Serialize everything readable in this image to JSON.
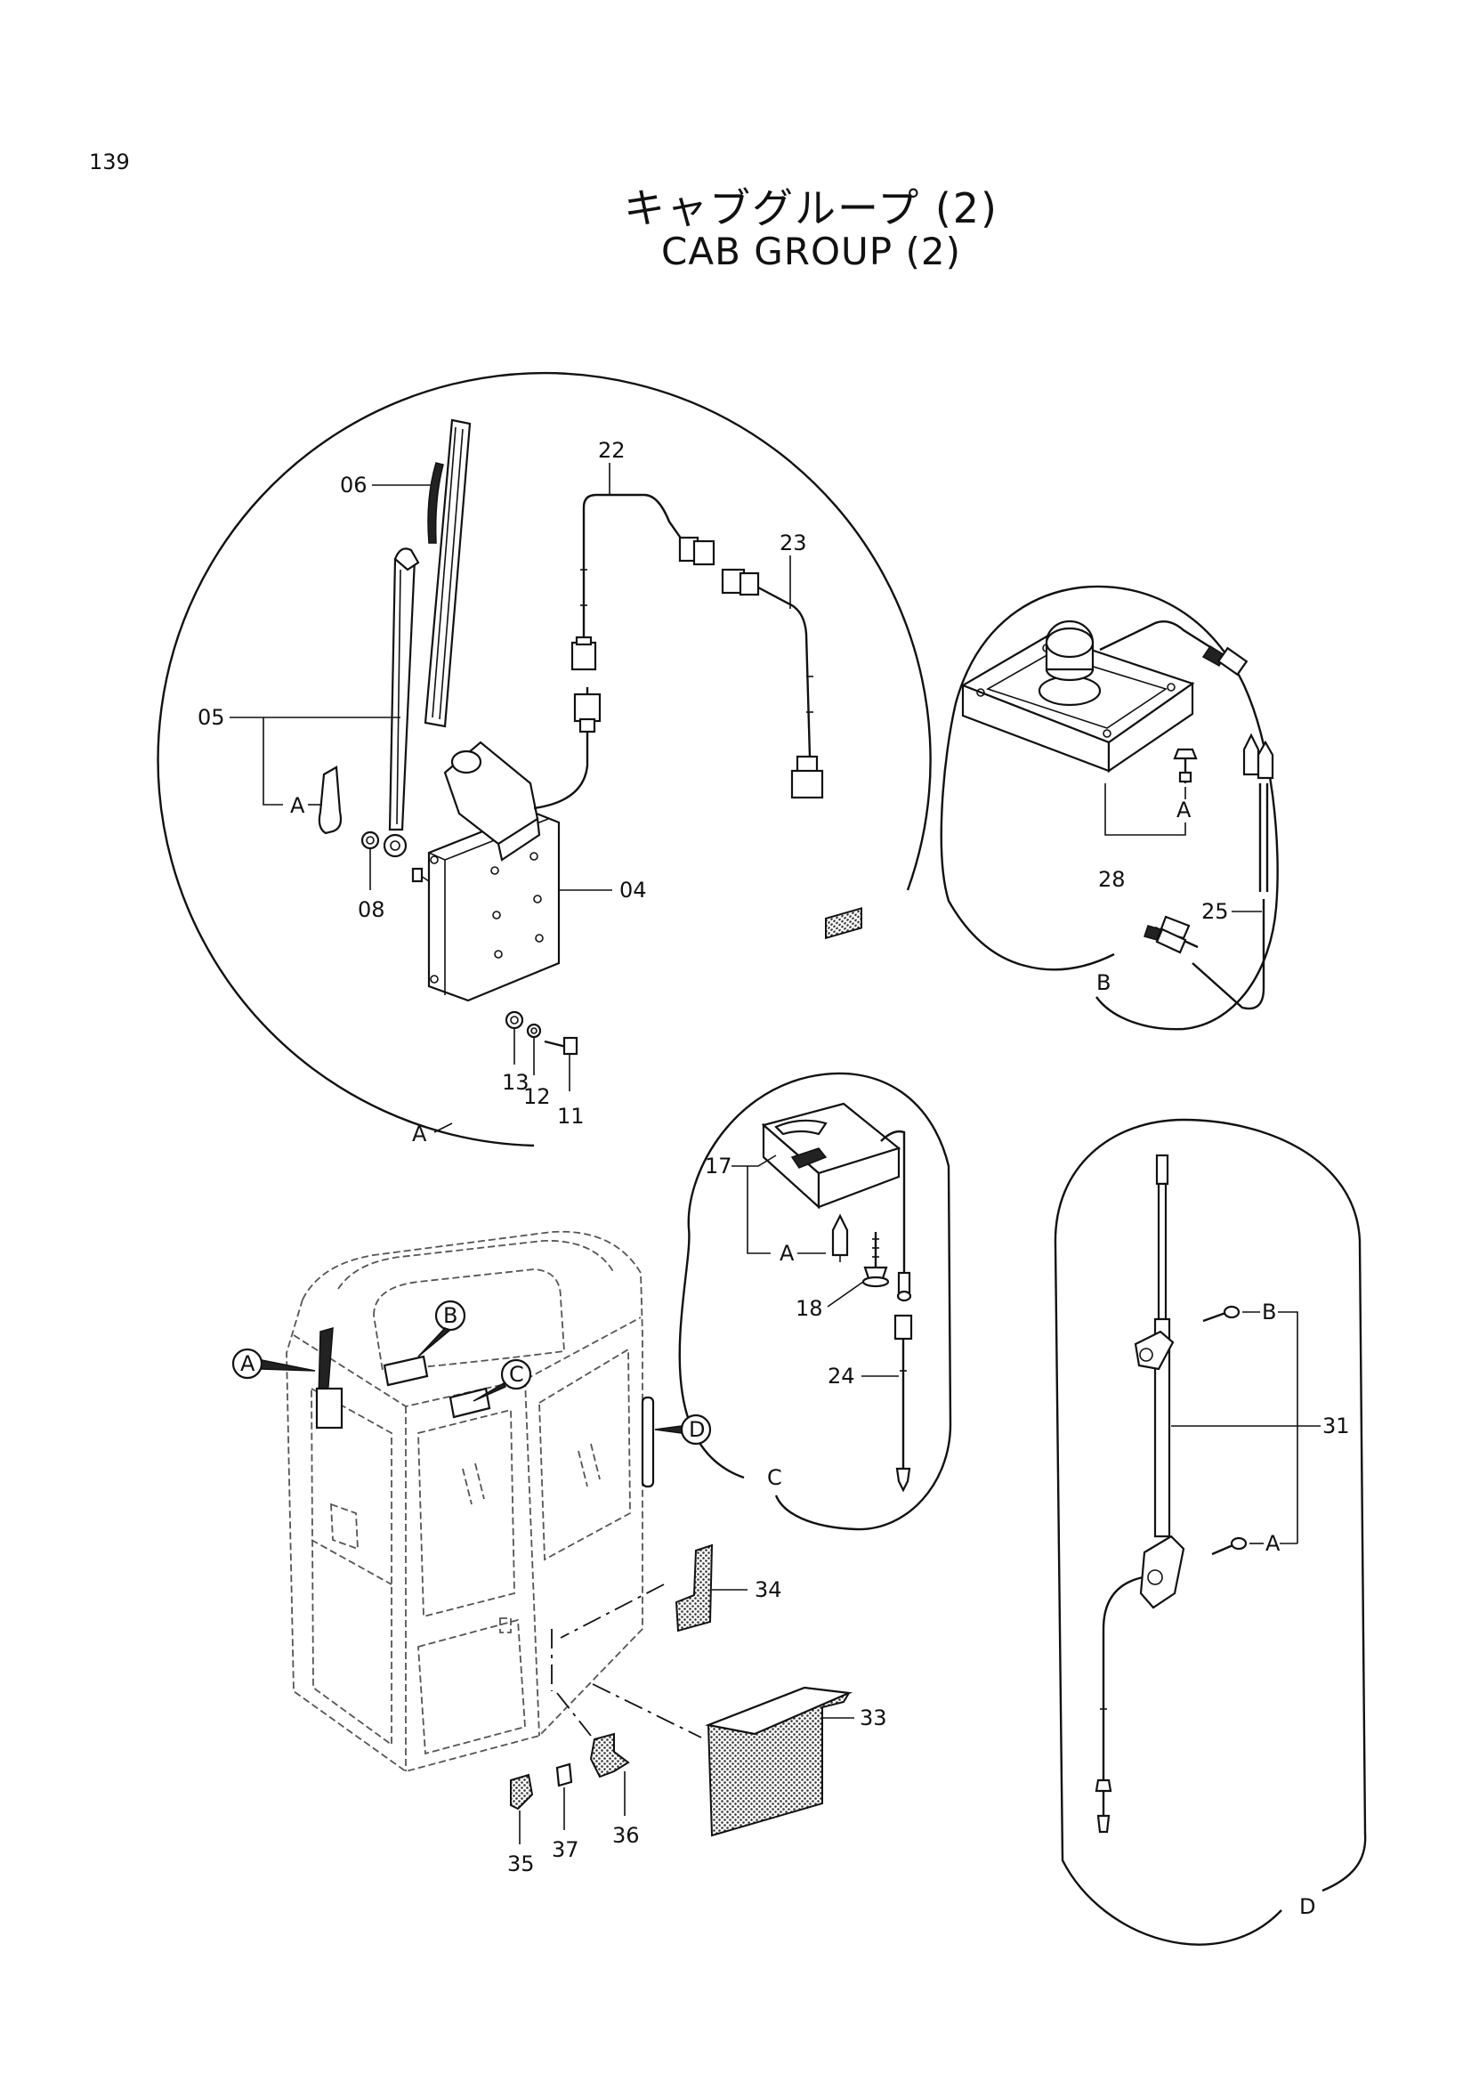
{
  "page_number": "139",
  "title_ja": "キャブグループ (2)",
  "title_en": "CAB GROUP (2)",
  "detail_labels": {
    "a": "A",
    "b": "B",
    "c": "C",
    "d": "D"
  },
  "cab_callouts": {
    "a": "A",
    "b": "B",
    "c": "C",
    "d": "D"
  },
  "detail_a": {
    "p06": "06",
    "p22": "22",
    "p23": "23",
    "p05": "05",
    "ref": "A",
    "p08": "08",
    "p04": "04",
    "p13": "13",
    "p12": "12",
    "p11": "11"
  },
  "detail_b": {
    "ref": "A",
    "p28": "28",
    "p25": "25"
  },
  "detail_c": {
    "p17": "17",
    "ref": "A",
    "p18": "18",
    "p24": "24"
  },
  "detail_d": {
    "ref_b": "B",
    "p31": "31",
    "ref_a": "A"
  },
  "cab_parts": {
    "p34": "34",
    "p33": "33",
    "p35": "35",
    "p37": "37",
    "p36": "36"
  }
}
